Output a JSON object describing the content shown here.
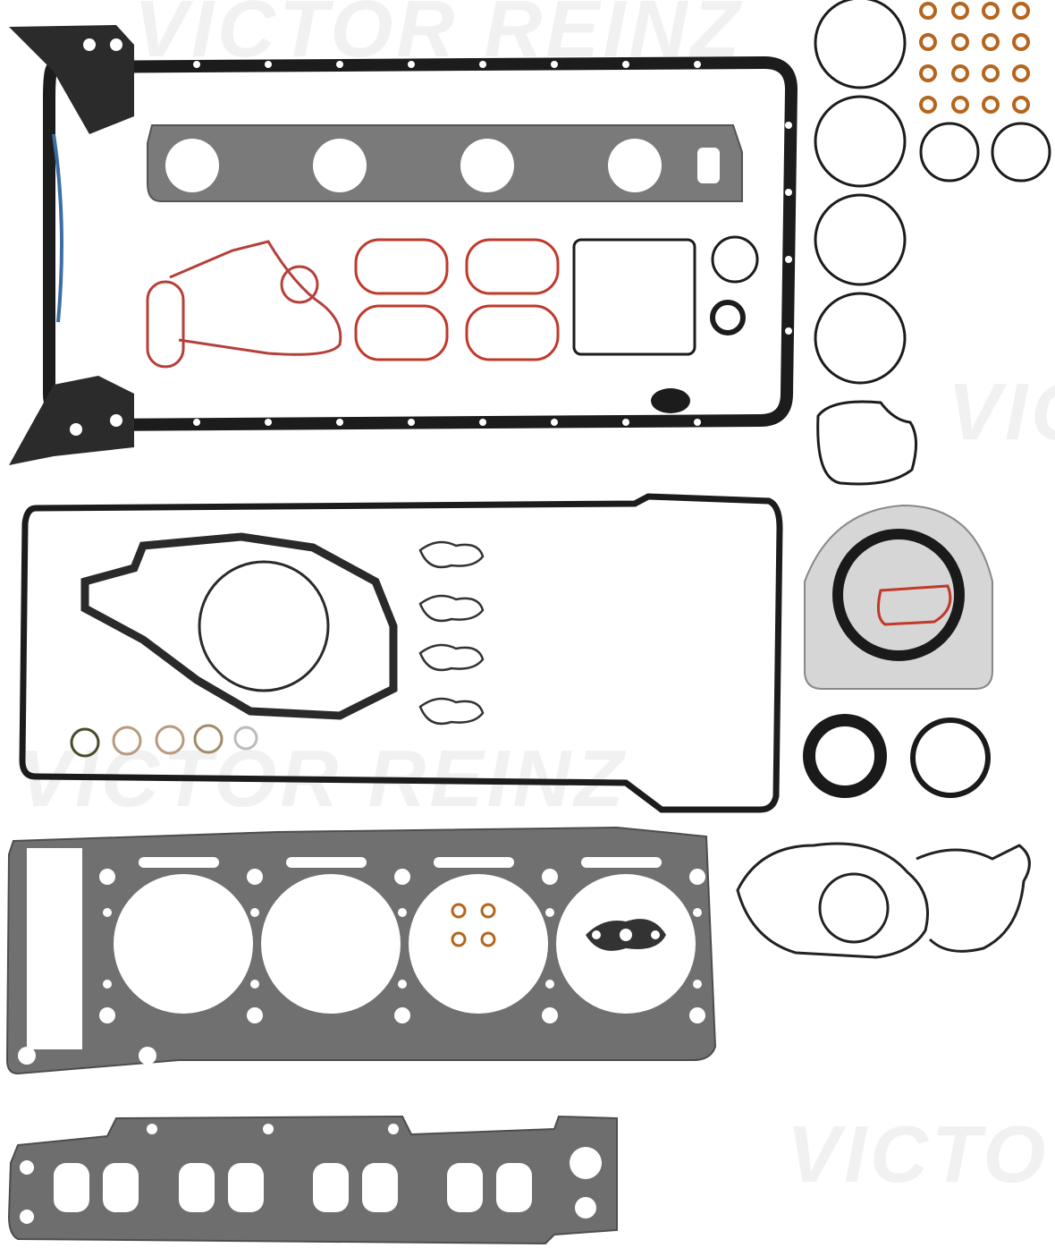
{
  "product": {
    "type": "engine full gasket set",
    "watermark_top": "VICTOR REINZ",
    "watermark_middle": "VICTOR REINZ",
    "watermark_right_1": "VICTO",
    "watermark_right_2": "VICTO"
  },
  "parts": [
    {
      "name": "oil-pan-gasket",
      "color": "#1c1c1c"
    },
    {
      "name": "exhaust-manifold-gasket",
      "color": "#7a7a7a"
    },
    {
      "name": "intake-port-gaskets",
      "color": "#c0392b",
      "count": 4
    },
    {
      "name": "oil-filter-housing-gasket",
      "color": "#b5403a"
    },
    {
      "name": "valve-cover-gasket",
      "color": "#1c1c1c"
    },
    {
      "name": "water-pump-gasket",
      "color": "#2a2a2a"
    },
    {
      "name": "spark-plug-tube-seals",
      "count": 4
    },
    {
      "name": "cylinder-head-gasket",
      "color": "#707070",
      "cylinders": 4
    },
    {
      "name": "intake-manifold-gasket",
      "color": "#6e6e6e"
    },
    {
      "name": "o-rings",
      "count": 6
    },
    {
      "name": "small-copper-rings",
      "count": 16,
      "color": "#b5651d"
    },
    {
      "name": "crankshaft-rear-seal",
      "color": "#1a1a1a"
    },
    {
      "name": "crankshaft-front-seal",
      "color": "#1a1a1a"
    },
    {
      "name": "timing-cover-gasket",
      "color": "#222222"
    }
  ]
}
